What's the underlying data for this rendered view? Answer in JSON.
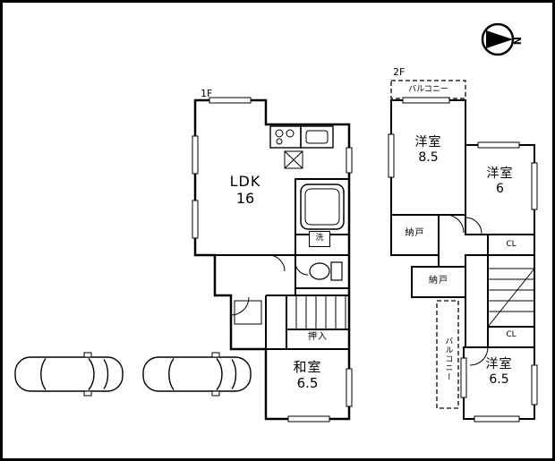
{
  "meta": {
    "background": "#ffffff",
    "line_color": "#000000"
  },
  "compass": {
    "letter": "N"
  },
  "floor1": {
    "label": "1F",
    "ldk": {
      "name": "LDK",
      "size": "16"
    },
    "washitsu": {
      "name": "和室",
      "size": "6.5"
    },
    "oshiire_label": "押入",
    "laundry_label": "洗"
  },
  "floor2": {
    "label": "2F",
    "balcony_top_label": "バルコニー",
    "balcony_side_label": "バルコニー",
    "room_85": {
      "name": "洋室",
      "size": "8.5"
    },
    "room_6": {
      "name": "洋室",
      "size": "6"
    },
    "room_65": {
      "name": "洋室",
      "size": "6.5"
    },
    "nando_upper_label": "納戸",
    "nando_lower_label": "納戸",
    "cl_upper_label": "CL",
    "cl_lower_label": "CL"
  }
}
